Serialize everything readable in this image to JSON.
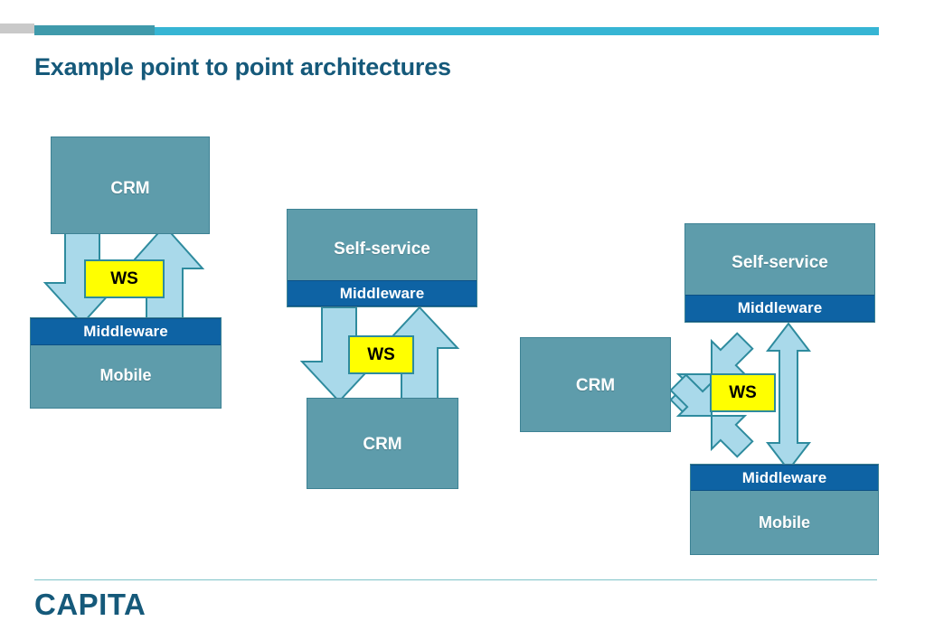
{
  "slide": {
    "title": "Example point to point architectures",
    "footer_logo": "CAPITA",
    "colors": {
      "title": "#15597a",
      "node_fill": "#5e9cab",
      "node_border": "#3d8294",
      "middleware_fill": "#0e63a4",
      "ws_fill": "#ffff00",
      "ws_border": "#2e8b9e",
      "arrow_fill": "#a9d9ea",
      "arrow_border": "#2e8b9e",
      "topbar_gray": "#c9c9c9",
      "topbar_dark_teal": "#3f9aab",
      "topbar_light_cyan": "#36b5d4",
      "footer_rule": "#7fc4c9"
    }
  },
  "diagrams": [
    {
      "id": "diagram-1",
      "name": "crm-to-mobile",
      "nodes": [
        {
          "name": "crm-box",
          "label": "CRM"
        },
        {
          "name": "mobile-box",
          "label": "Mobile",
          "band": "Middleware"
        }
      ],
      "ws_label": "WS",
      "arrows": [
        {
          "name": "arrow-down-crm-to-mobile",
          "direction": "down"
        },
        {
          "name": "arrow-up-mobile-to-crm",
          "direction": "up"
        }
      ]
    },
    {
      "id": "diagram-2",
      "name": "selfservice-to-crm",
      "nodes": [
        {
          "name": "self-service-box",
          "label": "Self-service",
          "band": "Middleware"
        },
        {
          "name": "crm-box",
          "label": "CRM"
        }
      ],
      "ws_label": "WS",
      "arrows": [
        {
          "name": "arrow-down-selfservice-to-crm",
          "direction": "down"
        },
        {
          "name": "arrow-up-crm-to-selfservice",
          "direction": "up"
        }
      ]
    },
    {
      "id": "diagram-3",
      "name": "crm-selfservice-mobile-mesh",
      "nodes": [
        {
          "name": "crm-box",
          "label": "CRM"
        },
        {
          "name": "self-service-box",
          "label": "Self-service",
          "band": "Middleware"
        },
        {
          "name": "mobile-box",
          "label": "Mobile",
          "band": "Middleware"
        }
      ],
      "ws_label": "WS",
      "arrows": [
        {
          "name": "arrow-diagonal-crm-selfservice",
          "direction": "both"
        },
        {
          "name": "arrow-diagonal-crm-mobile",
          "direction": "both"
        },
        {
          "name": "arrow-vertical-selfservice-mobile",
          "direction": "both"
        }
      ]
    }
  ]
}
